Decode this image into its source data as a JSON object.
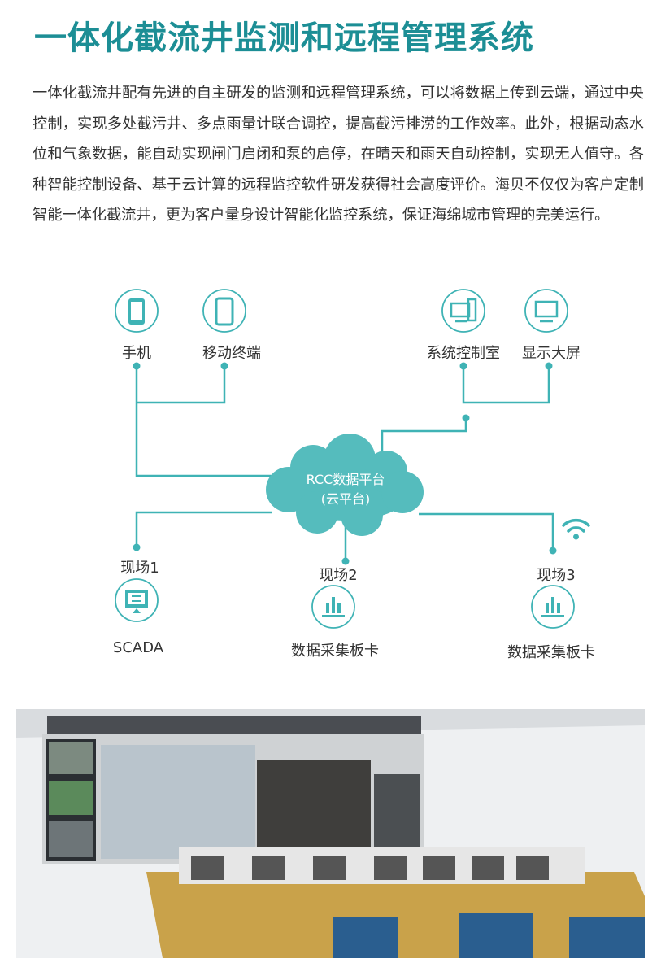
{
  "title": "一体化截流井监测和远程管理系统",
  "paragraph": "一体化截流井配有先进的自主研发的监测和远程管理系统，可以将数据上传到云端，通过中央控制，实现多处截污井、多点雨量计联合调控，提高截污排涝的工作效率。此外，根据动态水位和气象数据，能自动实现闸门启闭和泵的启停，在晴天和雨天自动控制，实现无人值守。各种智能控制设备、基于云计算的远程监控软件研发获得社会高度评价。海贝不仅仅为客户定制智能一体化截流井，更为客户量身设计智能化监控系统，保证海绵城市管理的完美运行。",
  "diagram": {
    "top_nodes": [
      {
        "label": "手机",
        "icon": "smartphone-icon"
      },
      {
        "label": "移动终端",
        "icon": "mobile-terminal-icon"
      },
      {
        "label": "系统控制室",
        "icon": "computer-workstation-icon"
      },
      {
        "label": "显示大屏",
        "icon": "monitor-icon"
      }
    ],
    "cloud": {
      "line1": "RCC数据平台",
      "line2": "(云平台)"
    },
    "sites": [
      {
        "label": "现场1",
        "device": "SCADA",
        "icon": "scada-screen-icon"
      },
      {
        "label": "现场2",
        "device": "数据采集板卡",
        "icon": "bar-chart-icon"
      },
      {
        "label": "现场3",
        "device": "数据采集板卡",
        "icon": "bar-chart-icon"
      }
    ]
  },
  "colors": {
    "title": "#1c8e95",
    "accent": "#3fb3b5"
  }
}
